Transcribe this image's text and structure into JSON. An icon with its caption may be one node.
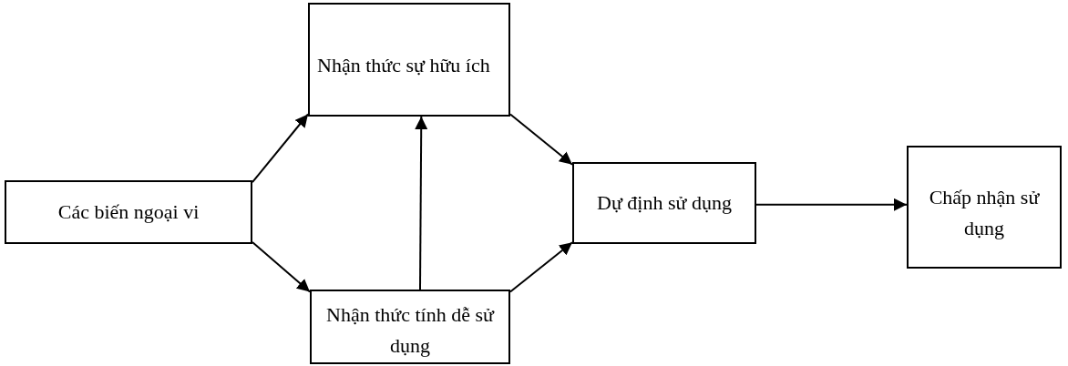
{
  "diagram": {
    "nodes": [
      {
        "text": [
          "Các biến ngoại vi"
        ]
      },
      {
        "text": [
          "Nhận thức sự hữu ích"
        ]
      },
      {
        "text": [
          "Nhận thức tính dễ sử dụng"
        ]
      },
      {
        "text": [
          "Dự định sử dụng"
        ]
      },
      {
        "text": [
          "Chấp nhận sử dụng"
        ]
      }
    ],
    "edges": [
      {
        "from": 0,
        "to": 1,
        "arrow": "to"
      },
      {
        "from": 0,
        "to": 2,
        "arrow": "to"
      },
      {
        "from": 2,
        "to": 1,
        "arrow": "to"
      },
      {
        "from": 1,
        "to": 3,
        "arrow": "to"
      },
      {
        "from": 2,
        "to": 3,
        "arrow": "to"
      },
      {
        "from": 3,
        "to": 4,
        "arrow": "to"
      }
    ]
  }
}
